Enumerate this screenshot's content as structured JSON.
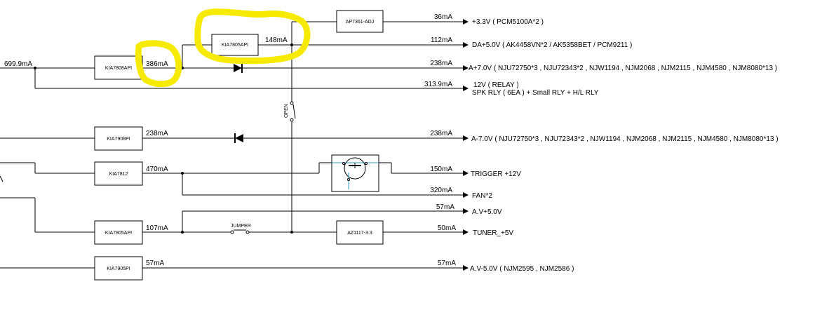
{
  "colors": {
    "highlight": "#f5ea00",
    "fet": "#2f9fbf"
  },
  "input_current": "699.9mA",
  "regulators": {
    "ap7361": "AP7361-ADJ",
    "kia7805_top": "KIA7805API",
    "kia7808": "KIA7808API",
    "kia7908": "KIA7908PI",
    "kia7812": "KIA7812",
    "kia7805_bottom": "KIA7805API",
    "az1117": "AZ1117-3.3",
    "kia7905": "KIA7905PI"
  },
  "currents": {
    "kia7805_top_out": "148mA",
    "kia7808_out": "386mA",
    "kia7908_out": "238mA",
    "kia7812_out": "470mA",
    "kia7805_bottom_out": "107mA",
    "kia7905_out": "57mA"
  },
  "switches": {
    "open": "OPEN",
    "jumper": "JUMPER"
  },
  "rails": [
    {
      "current": "36mA",
      "label": "+3.3V ( PCM5100A*2 )"
    },
    {
      "current": "112mA",
      "label": "DA+5.0V ( AK4458VN*2 /  AK5358BET / PCM9211 )"
    },
    {
      "current": "238mA",
      "label": "A+7.0V ( NJU72750*3 , NJU72343*2 , NJW1194 , NJM2068 , NJM2115 , NJM4580 , NJM8080*13 )"
    },
    {
      "current": "313.9mA",
      "label": "12V ( RELAY )",
      "label2": "SPK RLY ( 6EA ) + Small RLY + H/L RLY"
    },
    {
      "current": "238mA",
      "label": "A-7.0V ( NJU72750*3 , NJU72343*2 , NJW1194 , NJM2068 , NJM2115 , NJM4580 , NJM8080*13 )"
    },
    {
      "current": "150mA",
      "label": "TRIGGER +12V"
    },
    {
      "current": "320mA",
      "label": "FAN*2"
    },
    {
      "current": "57mA",
      "label": "A.V+5.0V"
    },
    {
      "current": "50mA",
      "label": "TUNER_+5V"
    },
    {
      "current": "57mA",
      "label": "A.V-5.0V ( NJM2595 , NJM2586 )"
    }
  ]
}
